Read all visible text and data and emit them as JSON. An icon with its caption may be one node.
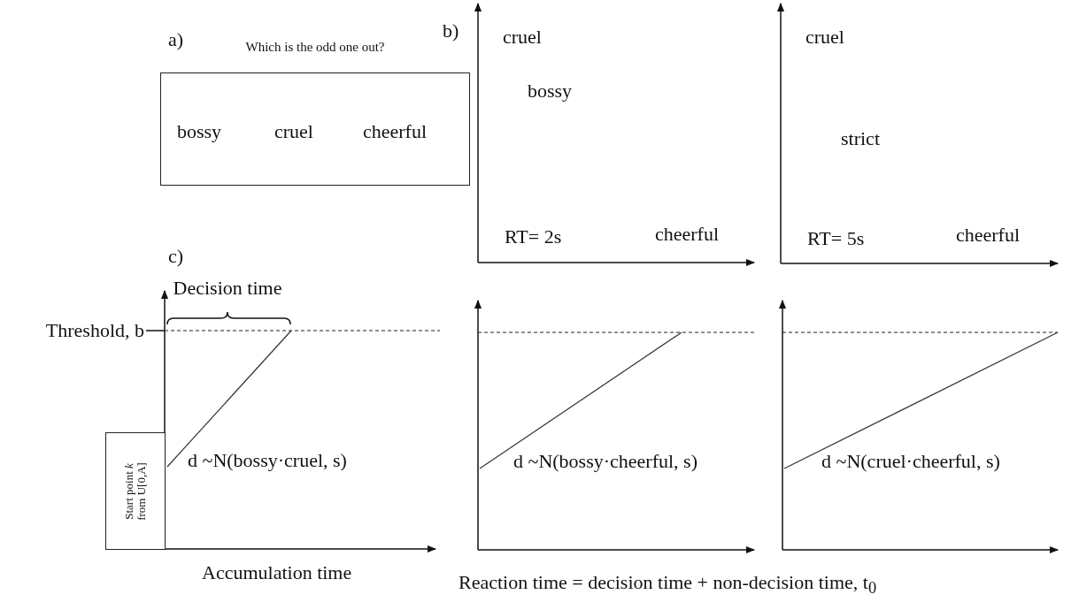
{
  "diagram": {
    "nodes": [
      {
        "text": [
          "Which is the odd one out?",
          "bossy",
          "cruel",
          "cheerful"
        ]
      },
      {
        "text": [
          "Start point *k* from U[0,A]"
        ]
      }
    ],
    "labels": [
      "a)",
      "b)",
      "cruel",
      "cruel",
      "bossy",
      "strict",
      "RT= 2s",
      "cheerful",
      "RT= 5s",
      "cheerful",
      "c)",
      "Decision time",
      "Threshold, b",
      "d ~N(bossy·cruel, s)",
      "d ~N(bossy·cheerful, s)",
      "d ~N(cruel·cheerful, s)",
      "Accumulation time",
      "Reaction time = decision time + non-decision time, t$_{0}$"
    ]
  }
}
